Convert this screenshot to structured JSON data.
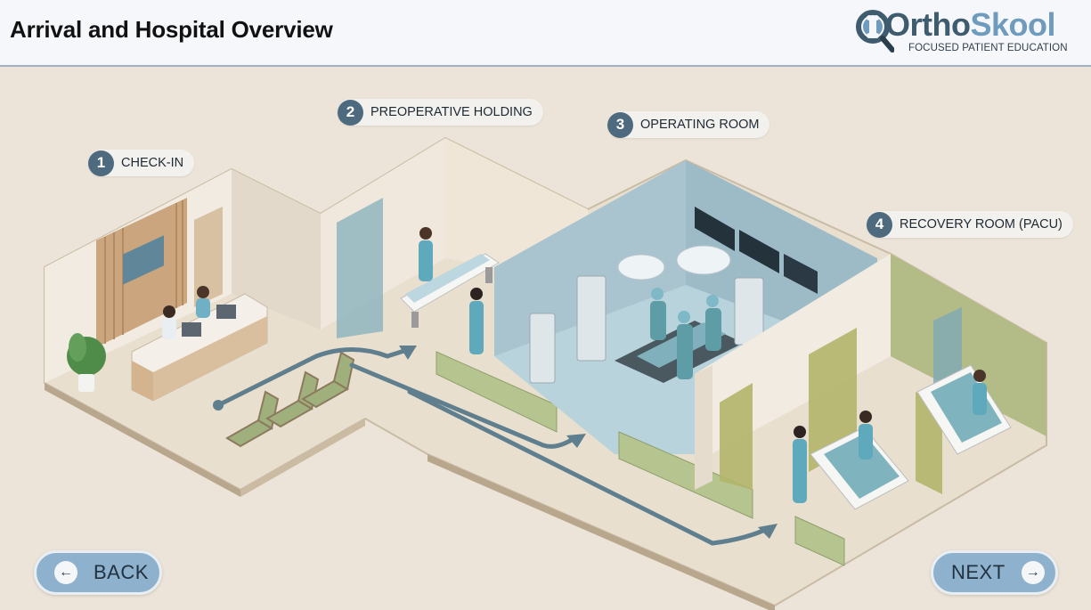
{
  "header": {
    "title": "Arrival and Hospital Overview",
    "logo": {
      "word_a": "Ortho",
      "word_b": "Skool",
      "tagline": "FOCUSED PATIENT EDUCATION"
    }
  },
  "steps": [
    {
      "number": "1",
      "label": "CHECK-IN"
    },
    {
      "number": "2",
      "label": "PREOPERATIVE HOLDING"
    },
    {
      "number": "3",
      "label": "OPERATING ROOM"
    },
    {
      "number": "4",
      "label": "RECOVERY ROOM (PACU)"
    }
  ],
  "nav": {
    "back_label": "BACK",
    "next_label": "NEXT",
    "back_icon": "arrow-left-icon",
    "next_icon": "arrow-right-icon"
  },
  "colors": {
    "accent": "#8eb2ce",
    "step_badge": "#4e6a7e",
    "path_arrow": "#5f7f8e",
    "or_wall": "#a9c4cf",
    "pacu_wall": "#b3bb86"
  }
}
